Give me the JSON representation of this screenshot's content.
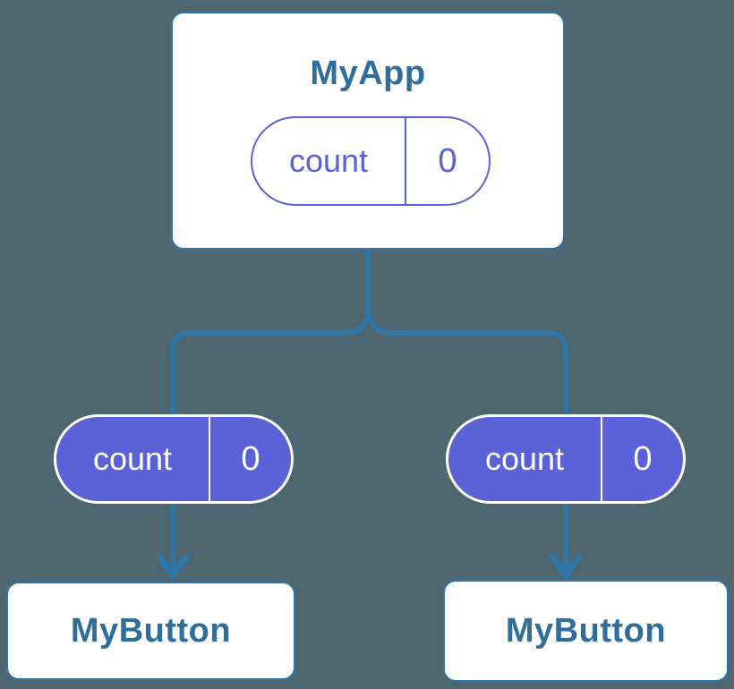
{
  "diagram": {
    "type": "component-tree",
    "colors": {
      "background": "#4D666F",
      "connector_blue": "#2E76A8",
      "title_blue": "#2E6D9C",
      "pill_indigo": "#5B61D7",
      "card_white": "#FFFFFF"
    },
    "root": {
      "title": "MyApp",
      "state_pill": {
        "label": "count",
        "value": "0"
      }
    },
    "children": [
      {
        "title": "MyButton",
        "prop_pill": {
          "label": "count",
          "value": "0"
        }
      },
      {
        "title": "MyButton",
        "prop_pill": {
          "label": "count",
          "value": "0"
        }
      }
    ]
  }
}
